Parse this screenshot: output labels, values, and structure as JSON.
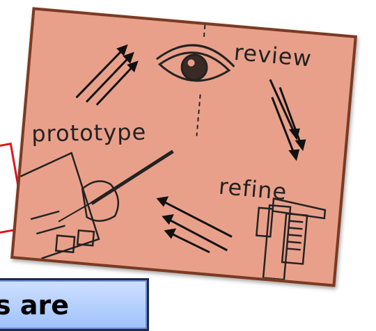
{
  "sketch": {
    "labels": {
      "review": "review",
      "prototype": "prototype",
      "refine": "refine"
    },
    "background_color": "#e9a08a",
    "border_color": "#7a3a23",
    "icons": [
      "eye-icon",
      "hand-drawing-icon",
      "caliper-icon",
      "arrow-icon"
    ]
  },
  "banner": {
    "text": "s are",
    "background_color": "#b6d1fe",
    "border_color": "#1c2a4d"
  },
  "callout": {
    "border_color": "#e2141b"
  }
}
